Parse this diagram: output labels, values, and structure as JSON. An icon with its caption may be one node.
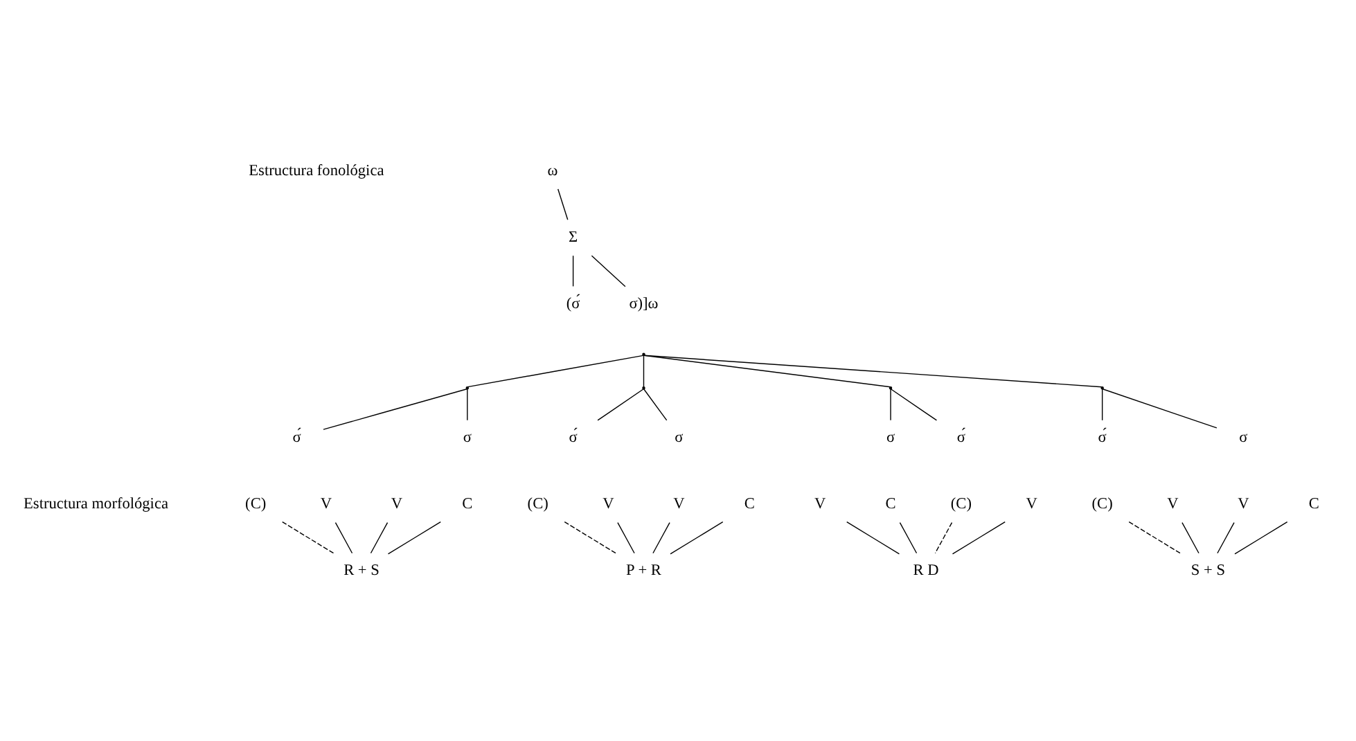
{
  "diagram": {
    "nodes": [
      {
        "text": [
          "ω"
        ]
      },
      {
        "text": [
          "Σ"
        ]
      },
      {
        "text": [
          "(σ́"
        ]
      },
      {
        "text": [
          "σ)]ω"
        ]
      },
      {
        "text": [],
        "shape": "point"
      },
      {
        "text": [],
        "shape": "point"
      },
      {
        "text": [],
        "shape": "point"
      },
      {
        "text": [],
        "shape": "point"
      },
      {
        "text": [],
        "shape": "point"
      },
      {
        "text": [
          "σ́"
        ]
      },
      {
        "text": [
          "σ"
        ]
      },
      {
        "text": [
          "σ́"
        ]
      },
      {
        "text": [
          "σ"
        ]
      },
      {
        "text": [
          "σ́"
        ]
      },
      {
        "text": [
          "σ"
        ]
      },
      {
        "text": [
          "σ́"
        ]
      },
      {
        "text": [
          "σ"
        ]
      },
      {
        "text": [
          "(C)"
        ]
      },
      {
        "text": [
          "V"
        ]
      },
      {
        "text": [
          "C"
        ]
      },
      {
        "text": [
          "V"
        ]
      },
      {
        "text": [
          "(C)"
        ]
      },
      {
        "text": [
          "V"
        ]
      },
      {
        "text": [
          "C"
        ]
      },
      {
        "text": [
          "V"
        ]
      },
      {
        "text": [
          "(C)"
        ]
      },
      {
        "text": [
          "V"
        ]
      },
      {
        "text": [
          "C"
        ]
      },
      {
        "text": [
          "V"
        ]
      },
      {
        "text": [
          "(C)"
        ]
      },
      {
        "text": [
          "V"
        ]
      },
      {
        "text": [
          "C"
        ]
      },
      {
        "text": [
          "V"
        ]
      },
      {
        "text": [
          "R + S"
        ]
      },
      {
        "text": [
          "P + R"
        ]
      },
      {
        "text": [
          "R D"
        ]
      },
      {
        "text": [
          "S + S"
        ]
      }
    ],
    "edges": [
      {
        "from": 0,
        "to": 1,
        "arrow": "none"
      },
      {
        "from": 1,
        "to": 2,
        "arrow": "none"
      },
      {
        "from": 1,
        "to": 3,
        "arrow": "none"
      },
      {
        "from": 4,
        "to": 5,
        "arrow": "none"
      },
      {
        "from": 4,
        "to": 6,
        "arrow": "none"
      },
      {
        "from": 4,
        "to": 7,
        "arrow": "none"
      },
      {
        "from": 4,
        "to": 8,
        "arrow": "none"
      },
      {
        "from": 5,
        "to": 9,
        "arrow": "none"
      },
      {
        "from": 5,
        "to": 10,
        "arrow": "none"
      },
      {
        "from": 6,
        "to": 11,
        "arrow": "none"
      },
      {
        "from": 6,
        "to": 12,
        "arrow": "none"
      },
      {
        "from": 7,
        "to": 13,
        "arrow": "none"
      },
      {
        "from": 7,
        "to": 14,
        "arrow": "none"
      },
      {
        "from": 8,
        "to": 15,
        "arrow": "none"
      },
      {
        "from": 8,
        "to": 16,
        "arrow": "none"
      },
      {
        "from": 17,
        "to": 33,
        "arrow": "none",
        "style": "dashed"
      },
      {
        "from": 18,
        "to": 33,
        "arrow": "none"
      },
      {
        "from": 19,
        "to": 33,
        "arrow": "none"
      },
      {
        "from": 20,
        "to": 33,
        "arrow": "none"
      },
      {
        "from": 21,
        "to": 34,
        "arrow": "none",
        "style": "dashed"
      },
      {
        "from": 22,
        "to": 34,
        "arrow": "none"
      },
      {
        "from": 23,
        "to": 34,
        "arrow": "none"
      },
      {
        "from": 24,
        "to": 34,
        "arrow": "none"
      },
      {
        "from": 25,
        "to": 35,
        "arrow": "none",
        "style": "dashed"
      },
      {
        "from": 26,
        "to": 35,
        "arrow": "none"
      },
      {
        "from": 27,
        "to": 35,
        "arrow": "none"
      },
      {
        "from": 28,
        "to": 35,
        "arrow": "none"
      },
      {
        "from": 29,
        "to": 36,
        "arrow": "none",
        "style": "dashed"
      },
      {
        "from": 30,
        "to": 36,
        "arrow": "none"
      },
      {
        "from": 31,
        "to": 36,
        "arrow": "none"
      },
      {
        "from": 32,
        "to": 36,
        "arrow": "none"
      }
    ],
    "labels": [
      "Estructura fonológica",
      "Estructura morfológica"
    ]
  }
}
